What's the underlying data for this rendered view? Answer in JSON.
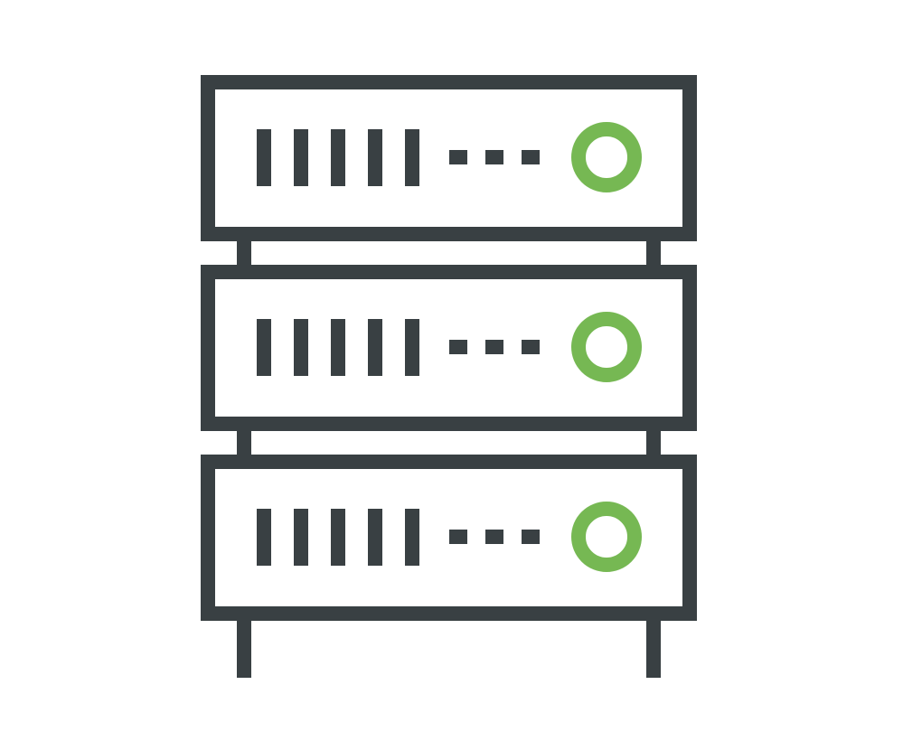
{
  "icon": {
    "name": "server-rack-icon",
    "stroke_color": "#394043",
    "status_color": "#76b853",
    "background_color": "#ffffff"
  },
  "units": [
    {
      "name": "server-unit-1",
      "drive_bays": 5,
      "indicator_dashes": 3,
      "status": "active"
    },
    {
      "name": "server-unit-2",
      "drive_bays": 5,
      "indicator_dashes": 3,
      "status": "active"
    },
    {
      "name": "server-unit-3",
      "drive_bays": 5,
      "indicator_dashes": 3,
      "status": "active"
    }
  ]
}
